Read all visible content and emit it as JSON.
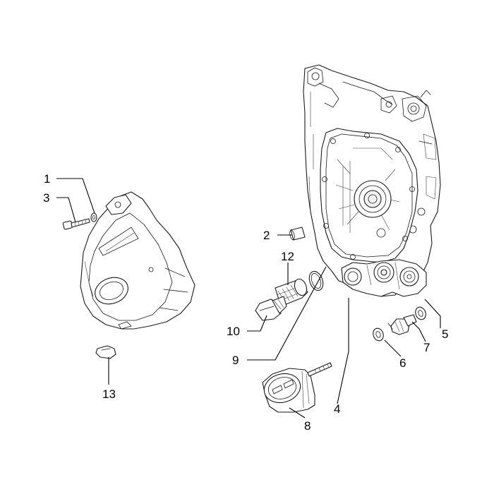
{
  "callouts": [
    {
      "id": "c1",
      "label": "1"
    },
    {
      "id": "c2",
      "label": "2"
    },
    {
      "id": "c3",
      "label": "3"
    },
    {
      "id": "c4",
      "label": "4"
    },
    {
      "id": "c5",
      "label": "5"
    },
    {
      "id": "c6",
      "label": "6"
    },
    {
      "id": "c7",
      "label": "7"
    },
    {
      "id": "c8",
      "label": "8"
    },
    {
      "id": "c9",
      "label": "9"
    },
    {
      "id": "c10",
      "label": "10"
    },
    {
      "id": "c12",
      "label": "12"
    },
    {
      "id": "c13",
      "label": "13"
    }
  ]
}
